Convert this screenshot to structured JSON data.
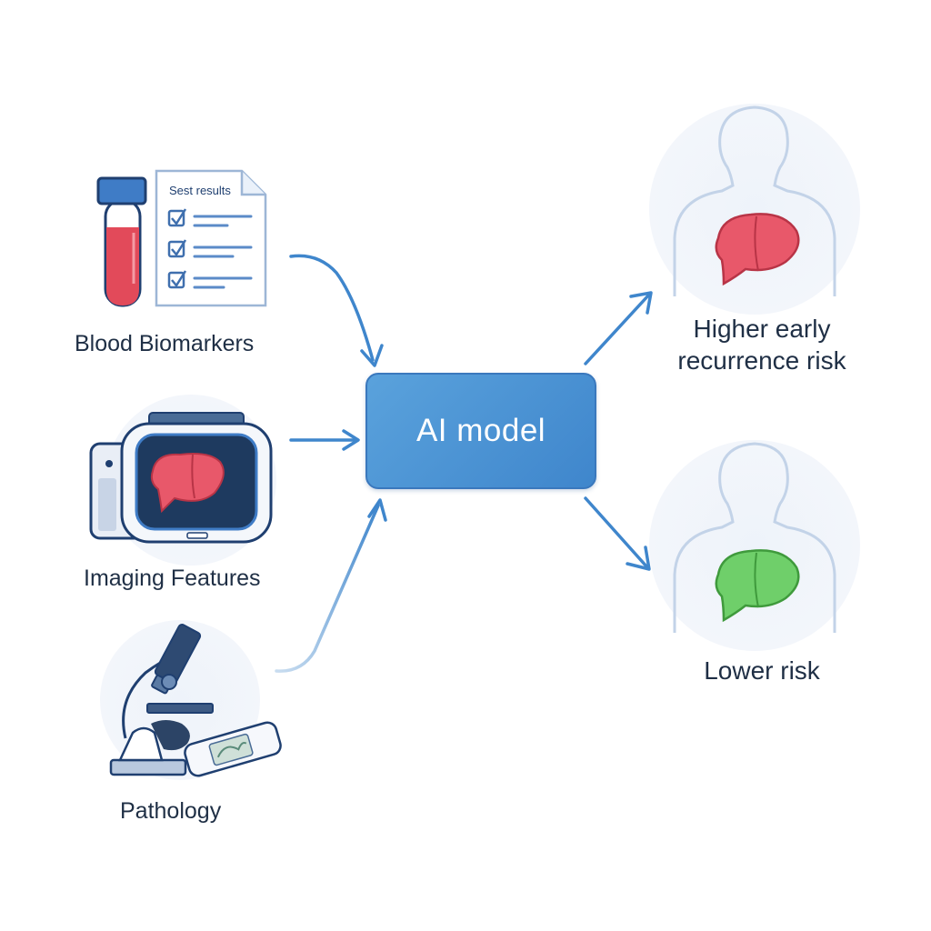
{
  "inputs": {
    "blood": {
      "label": "Blood Biomarkers",
      "report_title": "Sest results"
    },
    "imaging": {
      "label": "Imaging Features"
    },
    "pathology": {
      "label": "Pathology"
    }
  },
  "model": {
    "label": "AI model"
  },
  "outputs": {
    "higher": {
      "label": "Higher early recurrence risk"
    },
    "lower": {
      "label": "Lower risk"
    }
  },
  "colors": {
    "accent": "#4a90d0",
    "accent_dark": "#3a78bd",
    "text": "#1f2f45",
    "liver_red": "#e8586a",
    "liver_green": "#6fcf6a",
    "halo": "#edf2f9"
  },
  "icons": [
    "blood-tube-icon",
    "test-report-icon",
    "imaging-scanner-icon",
    "microscope-icon",
    "slide-icon",
    "person-silhouette-icon",
    "liver-icon"
  ]
}
